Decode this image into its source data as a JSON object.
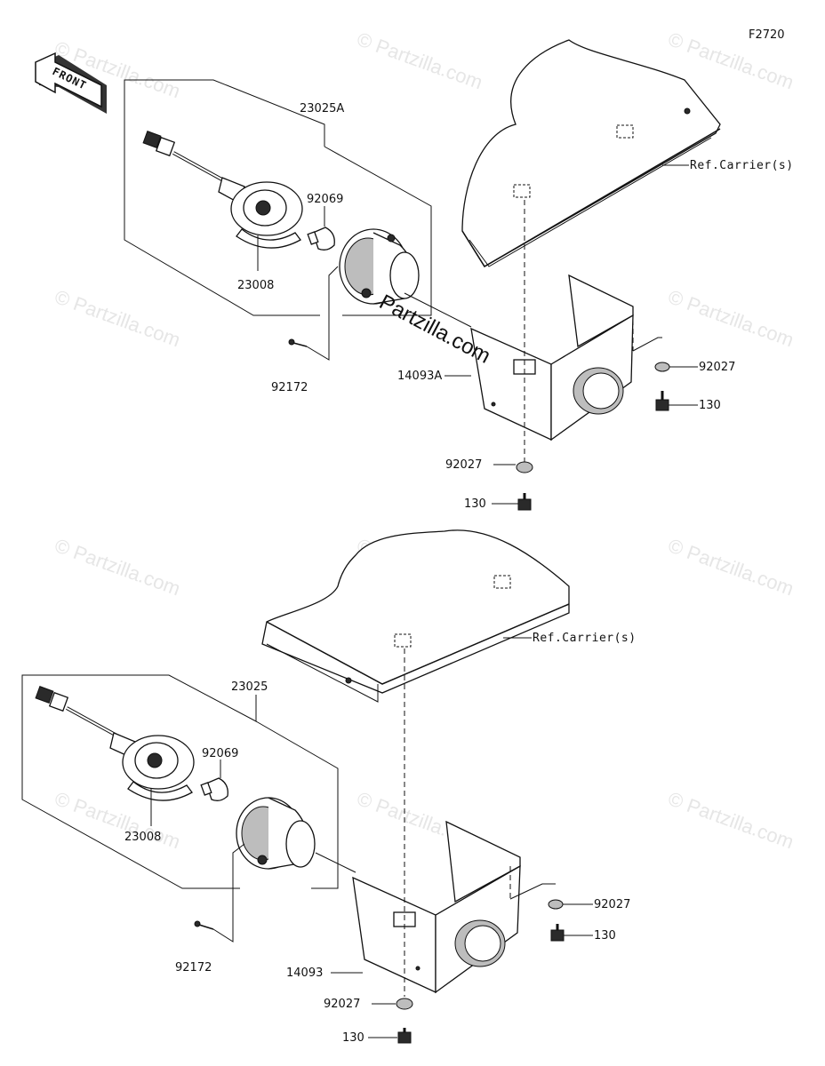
{
  "figure_id": "F2720",
  "front_label": "FRONT",
  "watermark": "© Partzilla.com",
  "watermark_center": "Partzilla.com",
  "top_assembly": {
    "lamp_assy": "23025A",
    "socket": "23008",
    "bulb": "92069",
    "screw": "92172",
    "bracket": "14093A",
    "ref": "Ref.Carrier(s)",
    "collar_side": "92027",
    "bolt_side": "130",
    "collar_bottom": "92027",
    "bolt_bottom": "130"
  },
  "bottom_assembly": {
    "lamp_assy": "23025",
    "socket": "23008",
    "bulb": "92069",
    "screw": "92172",
    "bracket": "14093",
    "ref": "Ref.Carrier(s)",
    "collar_side": "92027",
    "bolt_side": "130",
    "collar_bottom": "92027",
    "bolt_bottom": "130"
  }
}
